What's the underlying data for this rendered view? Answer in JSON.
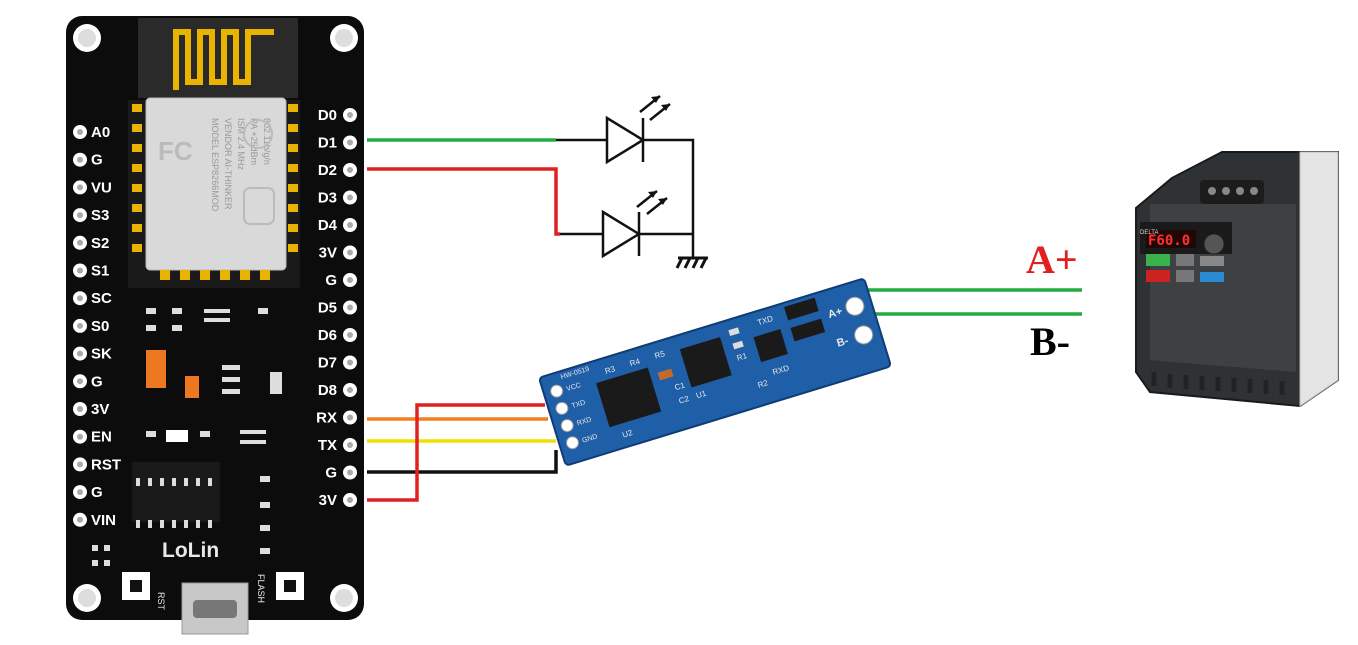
{
  "nodemcu": {
    "left_pins": [
      "A0",
      "G",
      "VU",
      "S3",
      "S2",
      "S1",
      "SC",
      "S0",
      "SK",
      "G",
      "3V",
      "EN",
      "RST",
      "G",
      "VIN"
    ],
    "right_pins": [
      "D0",
      "D1",
      "D2",
      "D3",
      "D4",
      "3V",
      "G",
      "D5",
      "D6",
      "D7",
      "D8",
      "RX",
      "TX",
      "G",
      "3V"
    ],
    "brand": "LoLin",
    "rst_label": "RST",
    "flash_label": "FLASH",
    "module_text": [
      "MODEL  ESP8266MOD",
      "VENDOR  AI-THINKER",
      "ISM  2.4 MHz",
      "PA  +25dBm",
      "802.11b/g/n"
    ]
  },
  "rs485_module": {
    "pin_labels": [
      "VCC",
      "TXD",
      "RXD",
      "GND"
    ],
    "chip_labels": [
      "U1",
      "U2",
      "R1",
      "R2",
      "R3",
      "R4",
      "R5",
      "C1",
      "C2",
      "TXD",
      "RXD"
    ],
    "terminal_labels": [
      "A+",
      "B-"
    ],
    "model_text": "HW-0519"
  },
  "connection_labels": {
    "a_plus": "A+",
    "b_minus": "B-"
  },
  "vfd": {
    "display": "F60.0",
    "brand": "DELTA"
  },
  "colors": {
    "green_wire": "#22aa44",
    "red_wire": "#e02020",
    "orange_wire": "#f08020",
    "yellow_wire": "#f0e000",
    "black_wire": "#111111",
    "label_red": "#e02020",
    "label_black": "#000000"
  }
}
